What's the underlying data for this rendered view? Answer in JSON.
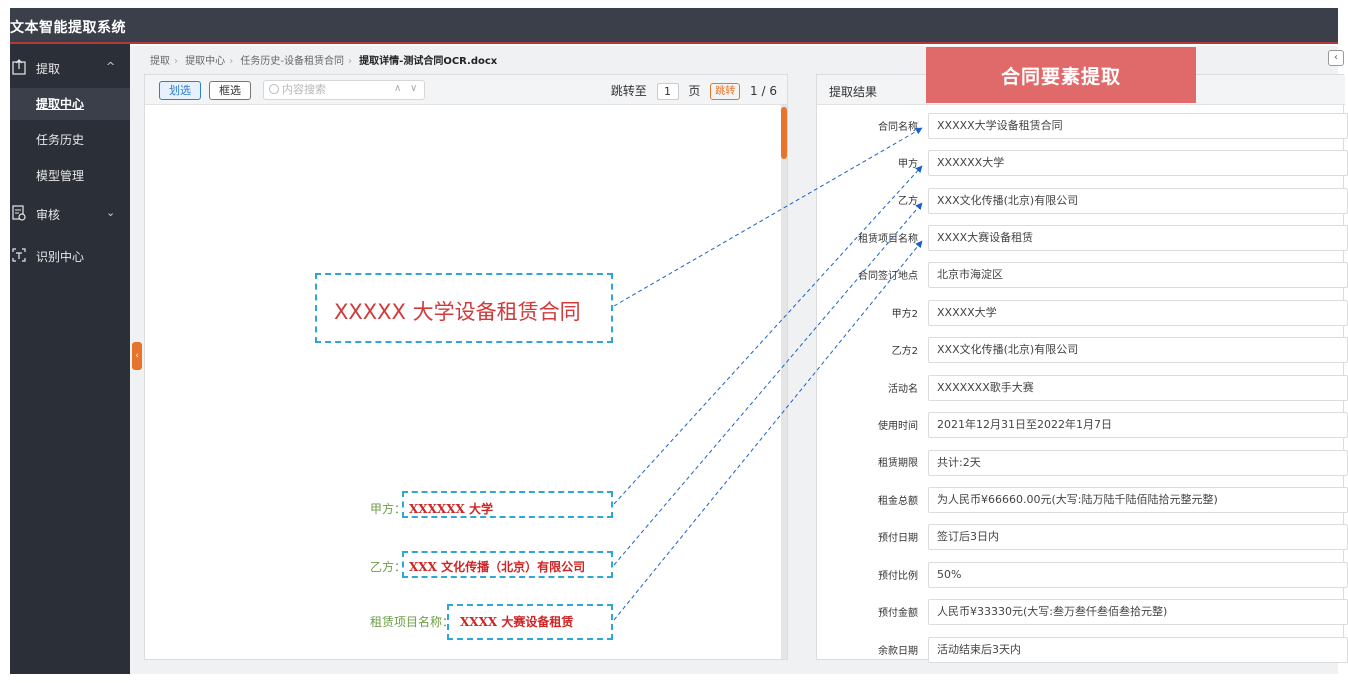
{
  "app": {
    "title": "文本智能提取系统"
  },
  "sidebar": {
    "groups": [
      {
        "label": "提取",
        "chevron": "^",
        "icon": "upload-doc-icon"
      },
      {
        "label": "审核",
        "chevron": "⌄",
        "icon": "audit-doc-icon"
      },
      {
        "label": "识别中心",
        "icon": "scan-icon"
      }
    ],
    "items": [
      {
        "label": "提取中心",
        "active": true
      },
      {
        "label": "任务历史"
      },
      {
        "label": "模型管理"
      }
    ]
  },
  "breadcrumb": [
    "提取",
    "提取中心",
    "任务历史-设备租赁合同",
    "提取详情-测试合同OCR.docx"
  ],
  "doc_toolbar": {
    "select_button": "划选",
    "box_button": "框选",
    "search_placeholder": "内容搜索",
    "goto_label": "跳转至",
    "page_value": "1",
    "page_unit": "页",
    "jump_button": "跳转",
    "page_count": "1 / 6"
  },
  "document": {
    "title": "XXXXX 大学设备租赁合同",
    "fields": [
      {
        "label": "甲方：",
        "value": "XXXXXX 大学"
      },
      {
        "label": "乙方：",
        "value": "XXX 文化传播（北京）有限公司"
      },
      {
        "label": "租赁项目名称：",
        "value": "XXXX 大赛设备租赁"
      }
    ]
  },
  "results": {
    "header": "提取结果",
    "banner": "合同要素提取",
    "fields": [
      {
        "label": "合同名称",
        "value": "XXXXX大学设备租赁合同"
      },
      {
        "label": "甲方",
        "value": "XXXXXX大学"
      },
      {
        "label": "乙方",
        "value": "XXX文化传播(北京)有限公司"
      },
      {
        "label": "租赁项目名称",
        "value": "XXXX大赛设备租赁"
      },
      {
        "label": "合同签订地点",
        "value": "北京市海淀区"
      },
      {
        "label": "甲方2",
        "value": "XXXXX大学"
      },
      {
        "label": "乙方2",
        "value": "XXX文化传播(北京)有限公司"
      },
      {
        "label": "活动名",
        "value": "XXXXXXX歌手大赛"
      },
      {
        "label": "使用时间",
        "value": "2021年12月31日至2022年1月7日"
      },
      {
        "label": "租赁期限",
        "value": "共计:2天"
      },
      {
        "label": "租金总额",
        "value": "为人民币¥66660.00元(大写:陆万陆千陆佰陆拾元整元整)"
      },
      {
        "label": "预付日期",
        "value": "签订后3日内"
      },
      {
        "label": "预付比例",
        "value": "50%"
      },
      {
        "label": "预付金额",
        "value": "人民币¥33330元(大写:叁万叁仟叁佰叁拾元整)"
      },
      {
        "label": "余款日期",
        "value": "活动结束后3天内"
      }
    ]
  },
  "colors": {
    "accent_orange": "#e8742b",
    "arrow_blue": "#1a62c8",
    "dash_blue": "#2ea7d8",
    "banner_red": "#e06a6a",
    "doc_red": "#d23a3a",
    "doc_green": "#6d9e46"
  }
}
